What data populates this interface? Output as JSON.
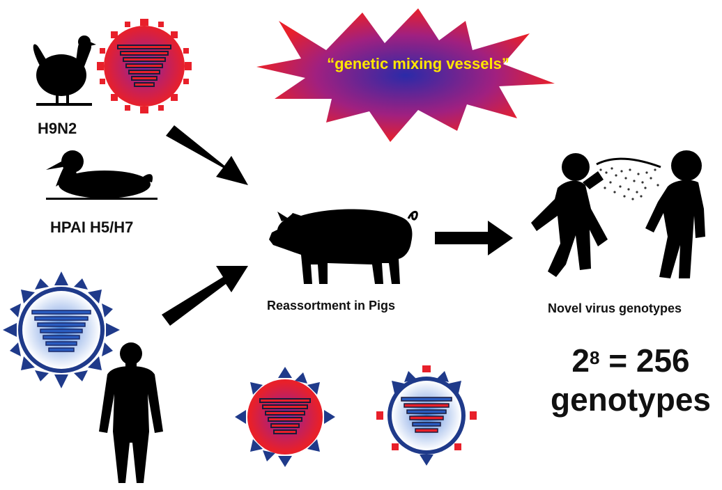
{
  "labels": {
    "h9n2": "H9N2",
    "hpai": "HPAI H5/H7",
    "mixing": "“genetic mixing vessels”",
    "reassortment": "Reassortment in Pigs",
    "novel": "Novel virus genotypes",
    "genotypes_base": "2",
    "genotypes_exp": "8",
    "genotypes_result": " = 256",
    "genotypes_word": "genotypes"
  },
  "colors": {
    "avian_virus": "#e8202a",
    "human_virus": "#e6eaf6",
    "spike_red": "#e8202a",
    "spike_blue": "#1f3a8a",
    "silhouette": "#000000",
    "starburst_outer": "#e8202a",
    "starburst_inner": "#3a2a9a",
    "mixing_text": "#ffe600"
  },
  "icons": [
    "chicken-icon",
    "duck-icon",
    "human-icon",
    "pig-icon",
    "person-sneezing-icon",
    "person-icon",
    "avian-virus-icon",
    "human-virus-icon",
    "reassortant-virus-icon",
    "starburst-icon",
    "arrow-icon"
  ]
}
